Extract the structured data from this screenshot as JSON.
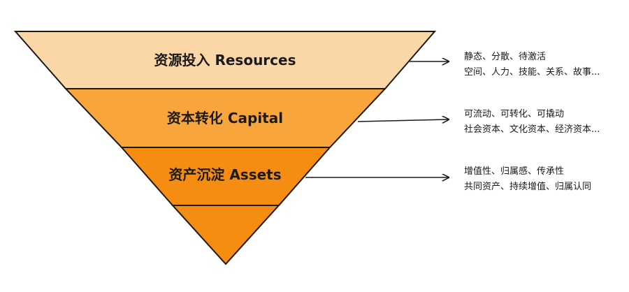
{
  "funnel": {
    "colors": {
      "outline": "#1a1a1a",
      "band1": "#FBD7A8",
      "band2": "#F8A53C",
      "band3": "#F58D13",
      "band4": "#F58D13"
    },
    "layers": [
      {
        "label": "资源投入 Resources",
        "notes": [
          "静态、分散、待激活",
          "空间、人力、技能、关系、故事..."
        ]
      },
      {
        "label": "资本转化 Capital",
        "notes": [
          "可流动、可转化、可撬动",
          "社会资本、文化资本、经济资本..."
        ]
      },
      {
        "label": "资产沉淀 Assets",
        "notes": [
          "增值性、归属感、传承性",
          "共同资产、持续增值、归属认同"
        ]
      }
    ]
  }
}
